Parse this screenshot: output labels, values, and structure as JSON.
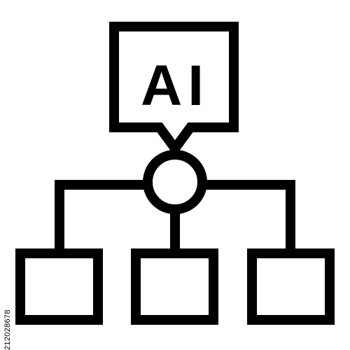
{
  "icon": {
    "name": "ai-network-hierarchy-icon",
    "badge_text": "AI",
    "stroke_color": "#000000",
    "background_color": "#ffffff",
    "child_node_count": 3
  },
  "watermark": {
    "stock_id": "212028678"
  }
}
